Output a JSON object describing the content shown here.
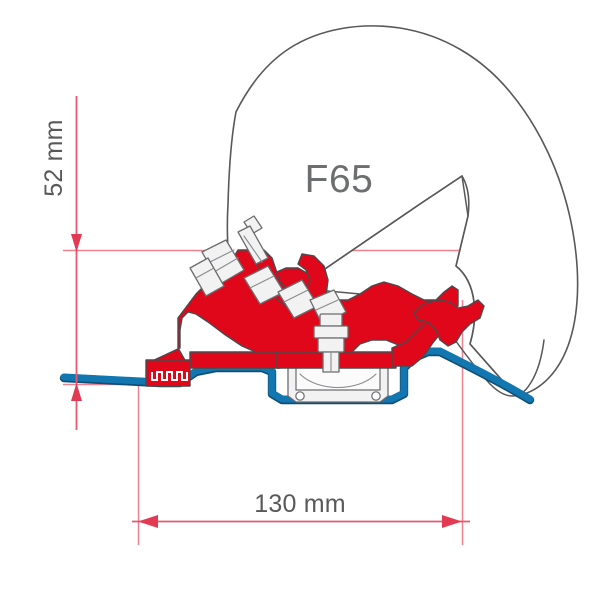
{
  "drawing": {
    "title": "F65 awning adapter bracket cross-section",
    "model_label": "F65",
    "dimensions": {
      "vertical": {
        "label": "52 mm",
        "value": 52,
        "unit": "mm",
        "orientation": "vertical",
        "name": "height-offset"
      },
      "horizontal": {
        "label": "130 mm",
        "value": 130,
        "unit": "mm",
        "orientation": "horizontal",
        "name": "bracket-span"
      }
    },
    "colors": {
      "bracket": "#e1071b",
      "roof": "#1277b0",
      "dimension": "#ef8290",
      "outline": "#58585a",
      "text": "#6d6e70",
      "background": "#ffffff"
    },
    "parts": {
      "awning_case": "awning-case-outline",
      "bracket": "red-adapter-bracket",
      "roof_profile": "blue-roof-profile",
      "upper_bolt": "upper-bolt-assembly",
      "center_bolt": "center-bolt-assembly",
      "rail_block": "roof-rail-block"
    }
  }
}
